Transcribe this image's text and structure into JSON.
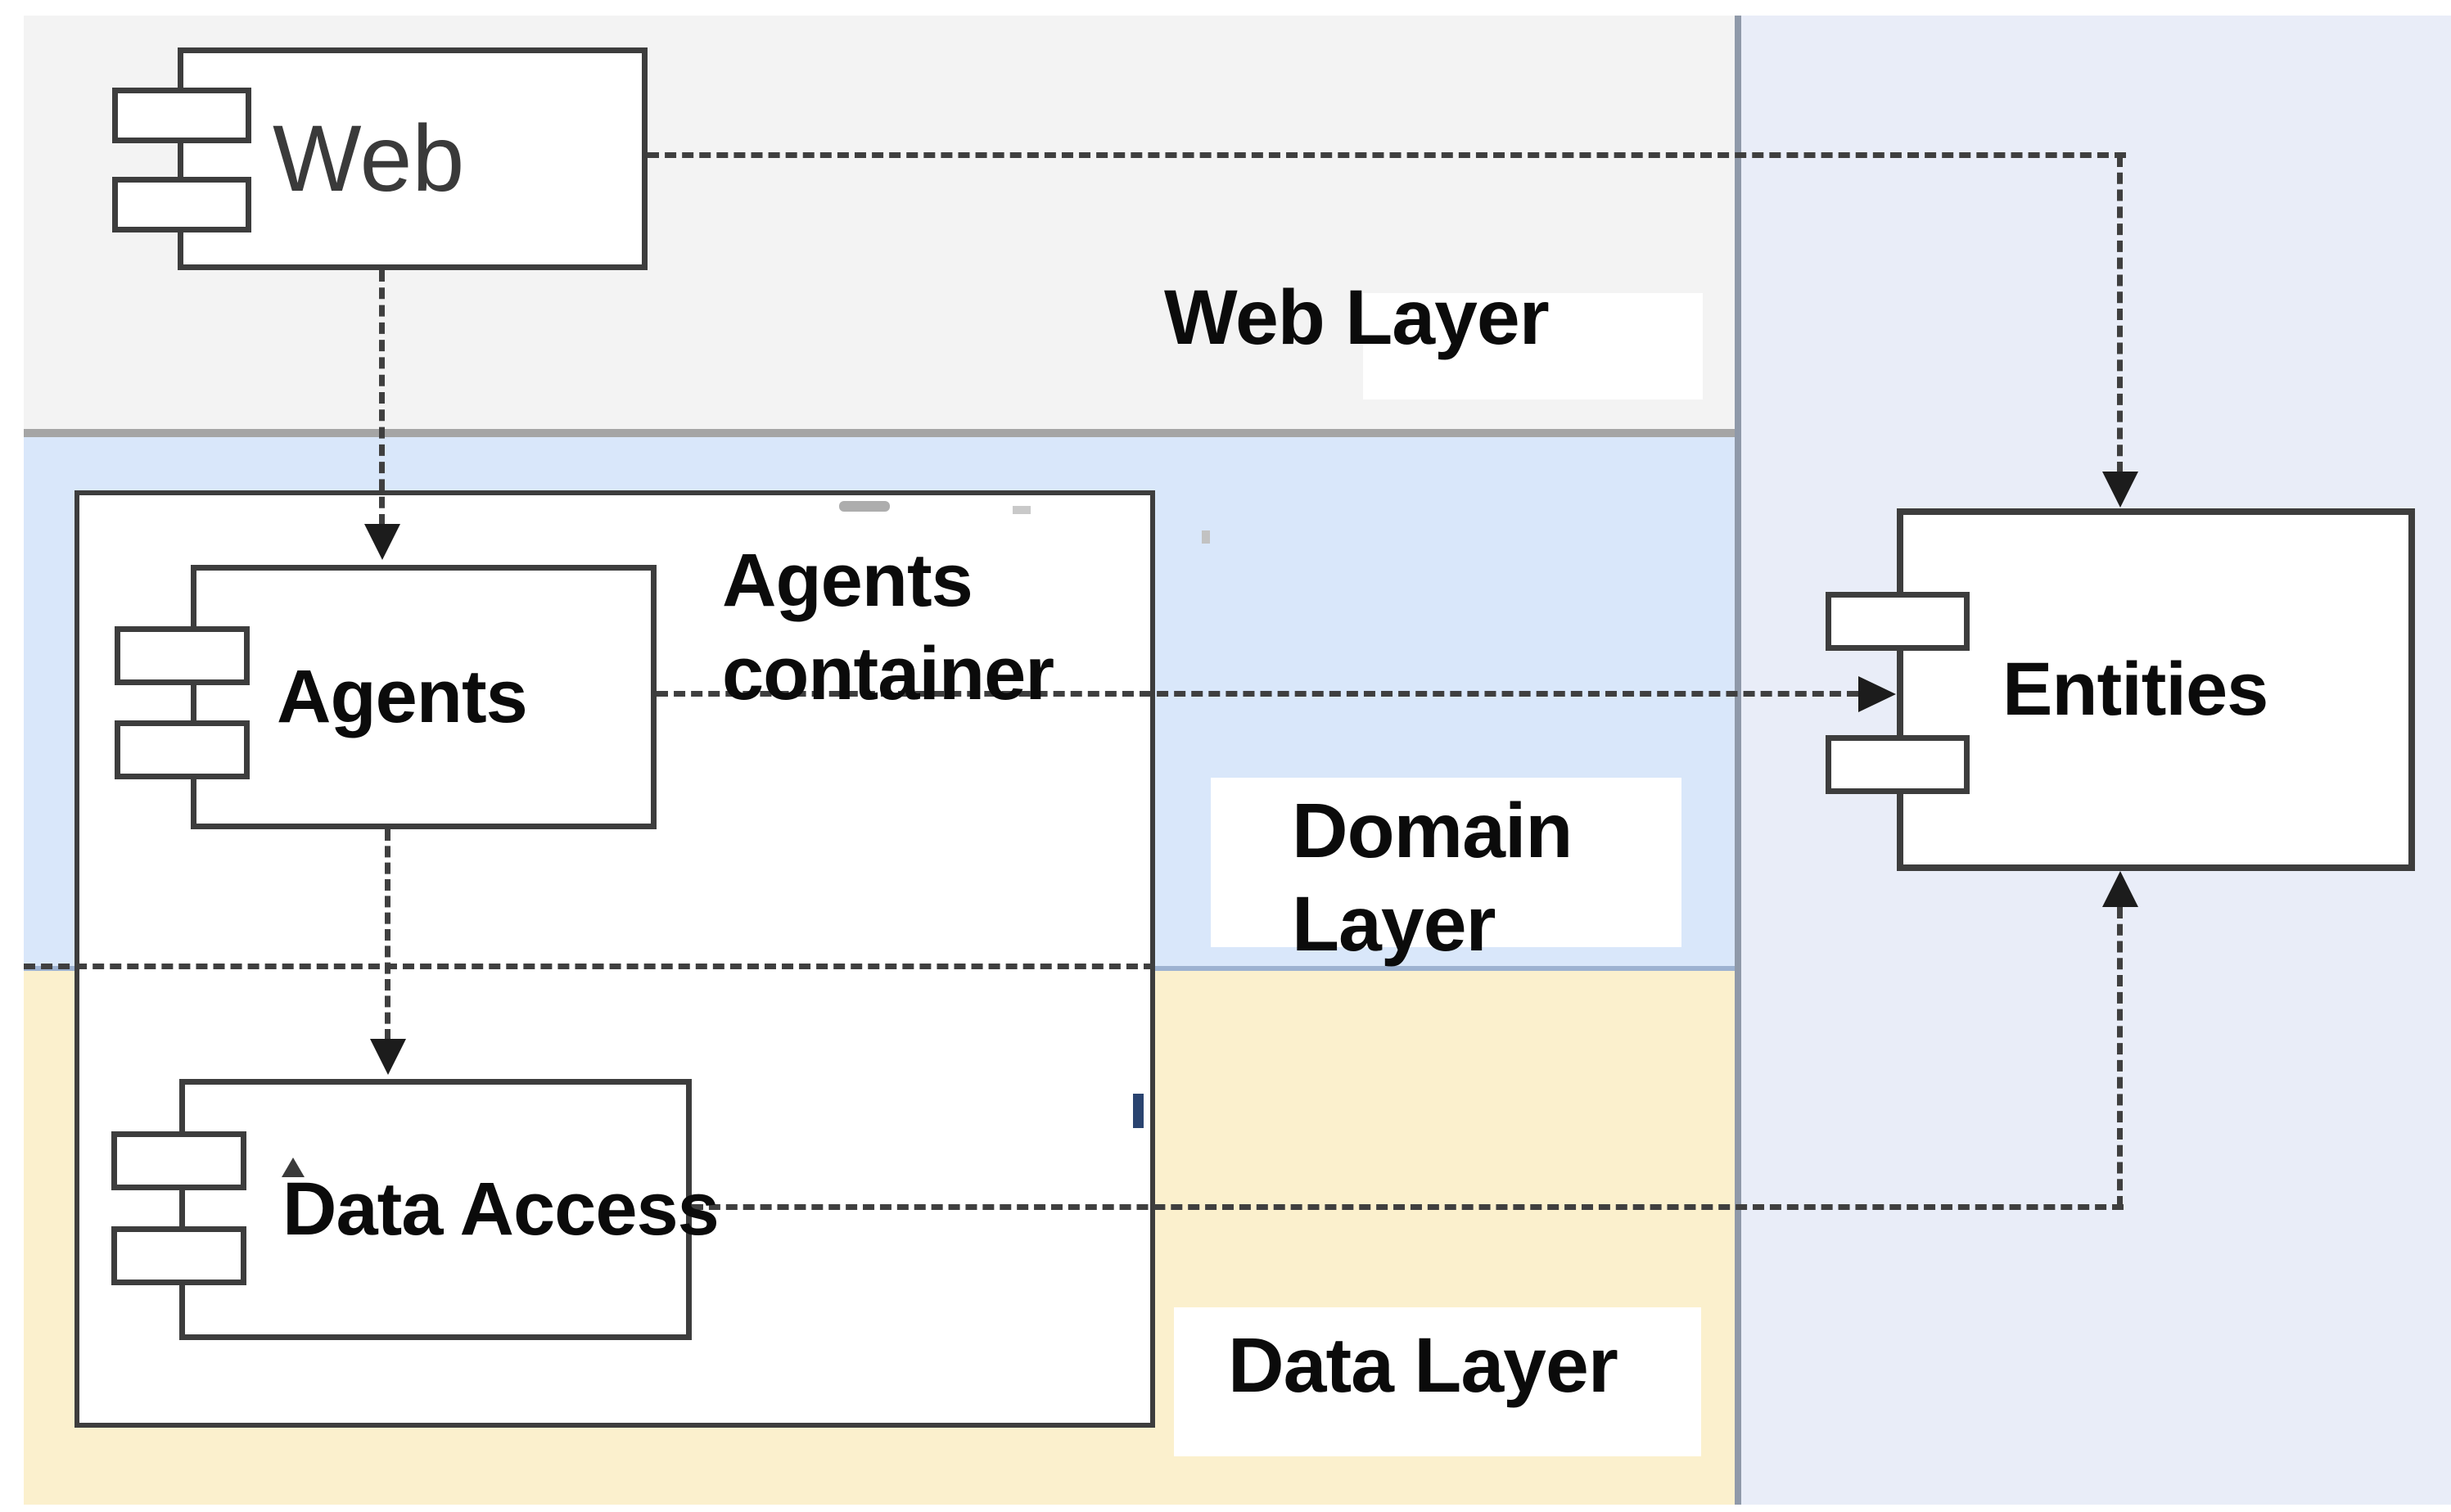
{
  "diagram_type": "uml-component-diagram",
  "layers": [
    {
      "id": "web-layer",
      "label": "Web Layer",
      "bg": "#f3f3f3"
    },
    {
      "id": "domain-layer",
      "label": "Domain Layer",
      "label_lines": [
        "Domain",
        "Layer"
      ],
      "bg": "#d9e7fa"
    },
    {
      "id": "data-layer",
      "label": "Data Layer",
      "bg": "#fbf0cd"
    }
  ],
  "right_panel": {
    "bg": "#e9edf8"
  },
  "container": {
    "label": "Agents container",
    "label_lines": [
      "Agents",
      "container"
    ]
  },
  "components": {
    "web": {
      "label": "Web"
    },
    "agents": {
      "label": "Agents"
    },
    "data_access": {
      "label": "Data Access"
    },
    "entities": {
      "label": "Entities"
    }
  },
  "connections": [
    {
      "from": "Web",
      "to": "Entities",
      "style": "dashed-arrow"
    },
    {
      "from": "Web",
      "to": "Agents",
      "style": "dashed-arrow"
    },
    {
      "from": "Agents",
      "to": "Entities",
      "style": "dashed-arrow"
    },
    {
      "from": "Agents",
      "to": "Data Access",
      "style": "dashed-arrow"
    },
    {
      "from": "Data Access",
      "to": "Entities",
      "style": "dashed-arrow"
    }
  ],
  "colors": {
    "line": "#3f3f3f",
    "arrow": "#1c1c1c",
    "web_layer_bg": "#f3f3f3",
    "domain_layer_bg": "#d9e7fa",
    "data_layer_bg": "#fbf0cd",
    "right_panel_bg": "#e9edf8",
    "gray_divider": "#a5a5a5",
    "blue_divider": "#9db2d1",
    "panel_divider": "#8f99a9"
  }
}
